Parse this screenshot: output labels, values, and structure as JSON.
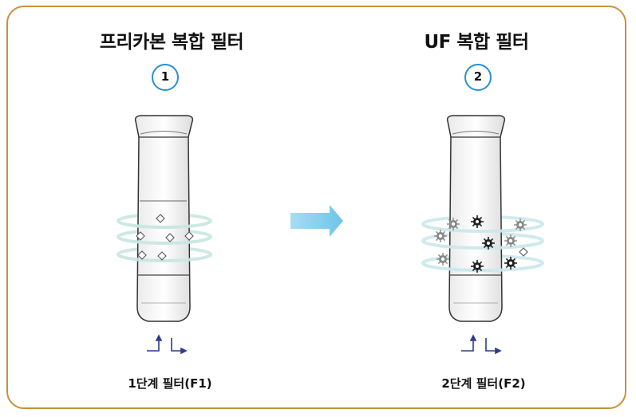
{
  "filters": [
    {
      "title": "프리카본 복합 필터",
      "step": "1",
      "caption": "1단계 필터(F1)"
    },
    {
      "title": "UF 복합 필터",
      "step": "2",
      "caption": "2단계 필터(F2)"
    }
  ],
  "colors": {
    "border": "#c8923a",
    "badge": "#2a8fd0",
    "arrow": "#8ed0ee",
    "flow_arrows": "#2e3c8c",
    "ring": "#c9e7e0"
  },
  "icons": {
    "flow": "right-arrow-icon",
    "water_io": "up-down-flow-arrows-icon",
    "particle": "diamond-icon",
    "contaminant": "gear-particle-icon"
  }
}
